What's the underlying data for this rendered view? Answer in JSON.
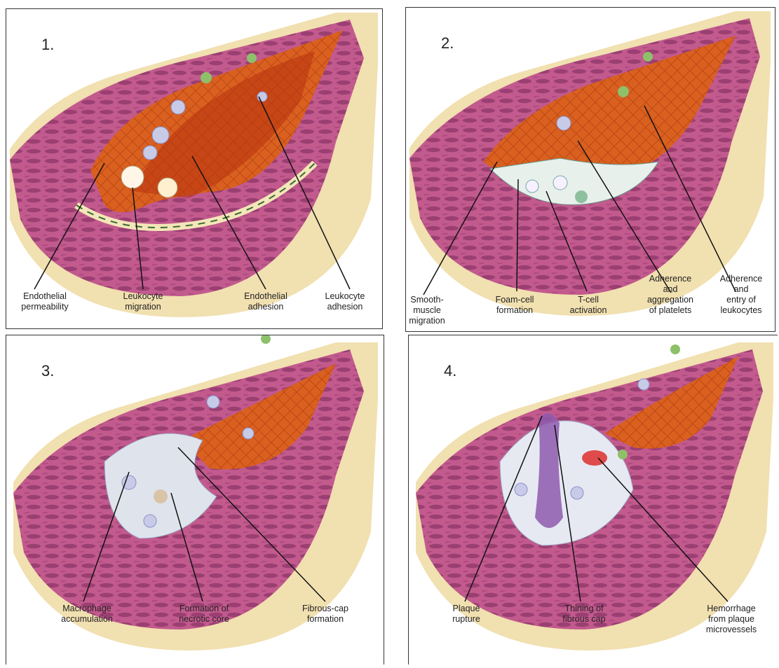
{
  "panels": [
    {
      "number": "1.",
      "labels": [
        "Endothelial\npermeability",
        "Leukocyte\nmigration",
        "Endothelial\nadhesion",
        "Leukocyte\nadhesion"
      ]
    },
    {
      "number": "2.",
      "labels": [
        "Smooth-\nmuscle\nmigration",
        "Foam-cell\nformation",
        "T-cell\nactivation",
        "Adherence\nand\naggregation\nof platelets",
        "Adherence\nand\nentry of\nleukocytes"
      ]
    },
    {
      "number": "3.",
      "labels": [
        "Macrophage\naccumulation",
        "Formation of\nnecrotic core",
        "Fibrous-cap\nformation"
      ]
    },
    {
      "number": "4.",
      "labels": [
        "Plaque\nrupture",
        "Thining of\nfibrous cap",
        "Hemorrhage\nfrom plaque\nmicrovessels"
      ]
    }
  ],
  "colors": {
    "lumen": "#d8541e",
    "media": "#c0508a",
    "adventitia": "#f0dfa8",
    "cell": "#c8cbe8",
    "leukocyte_green": "#8ec06a"
  }
}
